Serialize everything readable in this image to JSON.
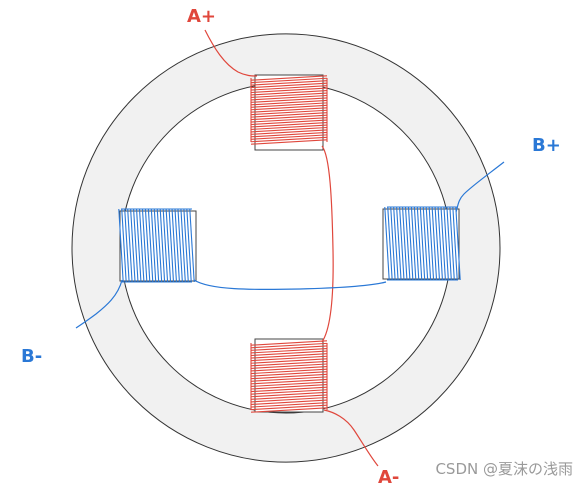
{
  "labels": {
    "a_plus": "A+",
    "a_minus": "A-",
    "b_plus": "B+",
    "b_minus": "B-"
  },
  "watermark": "CSDN @夏沫の浅雨",
  "colors": {
    "phase_a": "#e0473c",
    "phase_b": "#2a78d6",
    "stator_fill": "#f1f1f1",
    "outline": "#333333",
    "watermark": "#9a9a9a"
  }
}
